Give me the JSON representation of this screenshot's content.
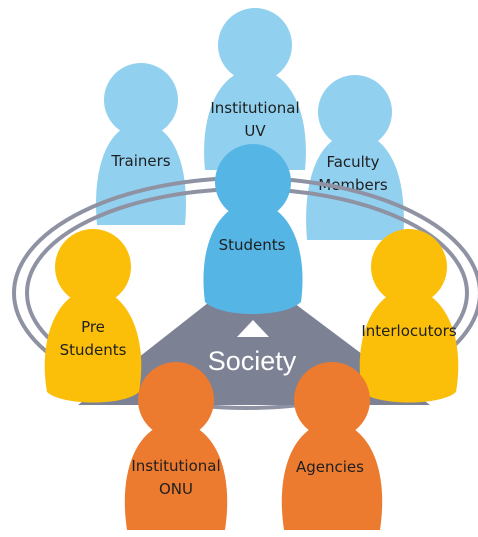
{
  "colors": {
    "light_blue": "#92d0ef",
    "mid_blue": "#55b6e6",
    "yellow": "#fbbf0a",
    "orange": "#ec7b2f",
    "slate": "#7d8194",
    "ring": "#8e92a3"
  },
  "diagram": {
    "center_label": "Society",
    "figures": {
      "institutional_uv": {
        "line1": "Institutional",
        "line2": "UV",
        "color": "#92d0ef"
      },
      "trainers": {
        "line1": "Trainers",
        "line2": "",
        "color": "#92d0ef"
      },
      "faculty_members": {
        "line1": "Faculty",
        "line2": "Members",
        "color": "#92d0ef"
      },
      "students": {
        "line1": "Students",
        "line2": "",
        "color": "#55b6e6"
      },
      "pre_students": {
        "line1": "Pre",
        "line2": "Students",
        "color": "#fbbf0a"
      },
      "interlocutors": {
        "line1": "Interlocutors",
        "line2": "",
        "color": "#fbbf0a"
      },
      "institutional_onu": {
        "line1": "Institutional",
        "line2": "ONU",
        "color": "#ec7b2f"
      },
      "agencies": {
        "line1": "Agencies",
        "line2": "",
        "color": "#ec7b2f"
      }
    }
  }
}
